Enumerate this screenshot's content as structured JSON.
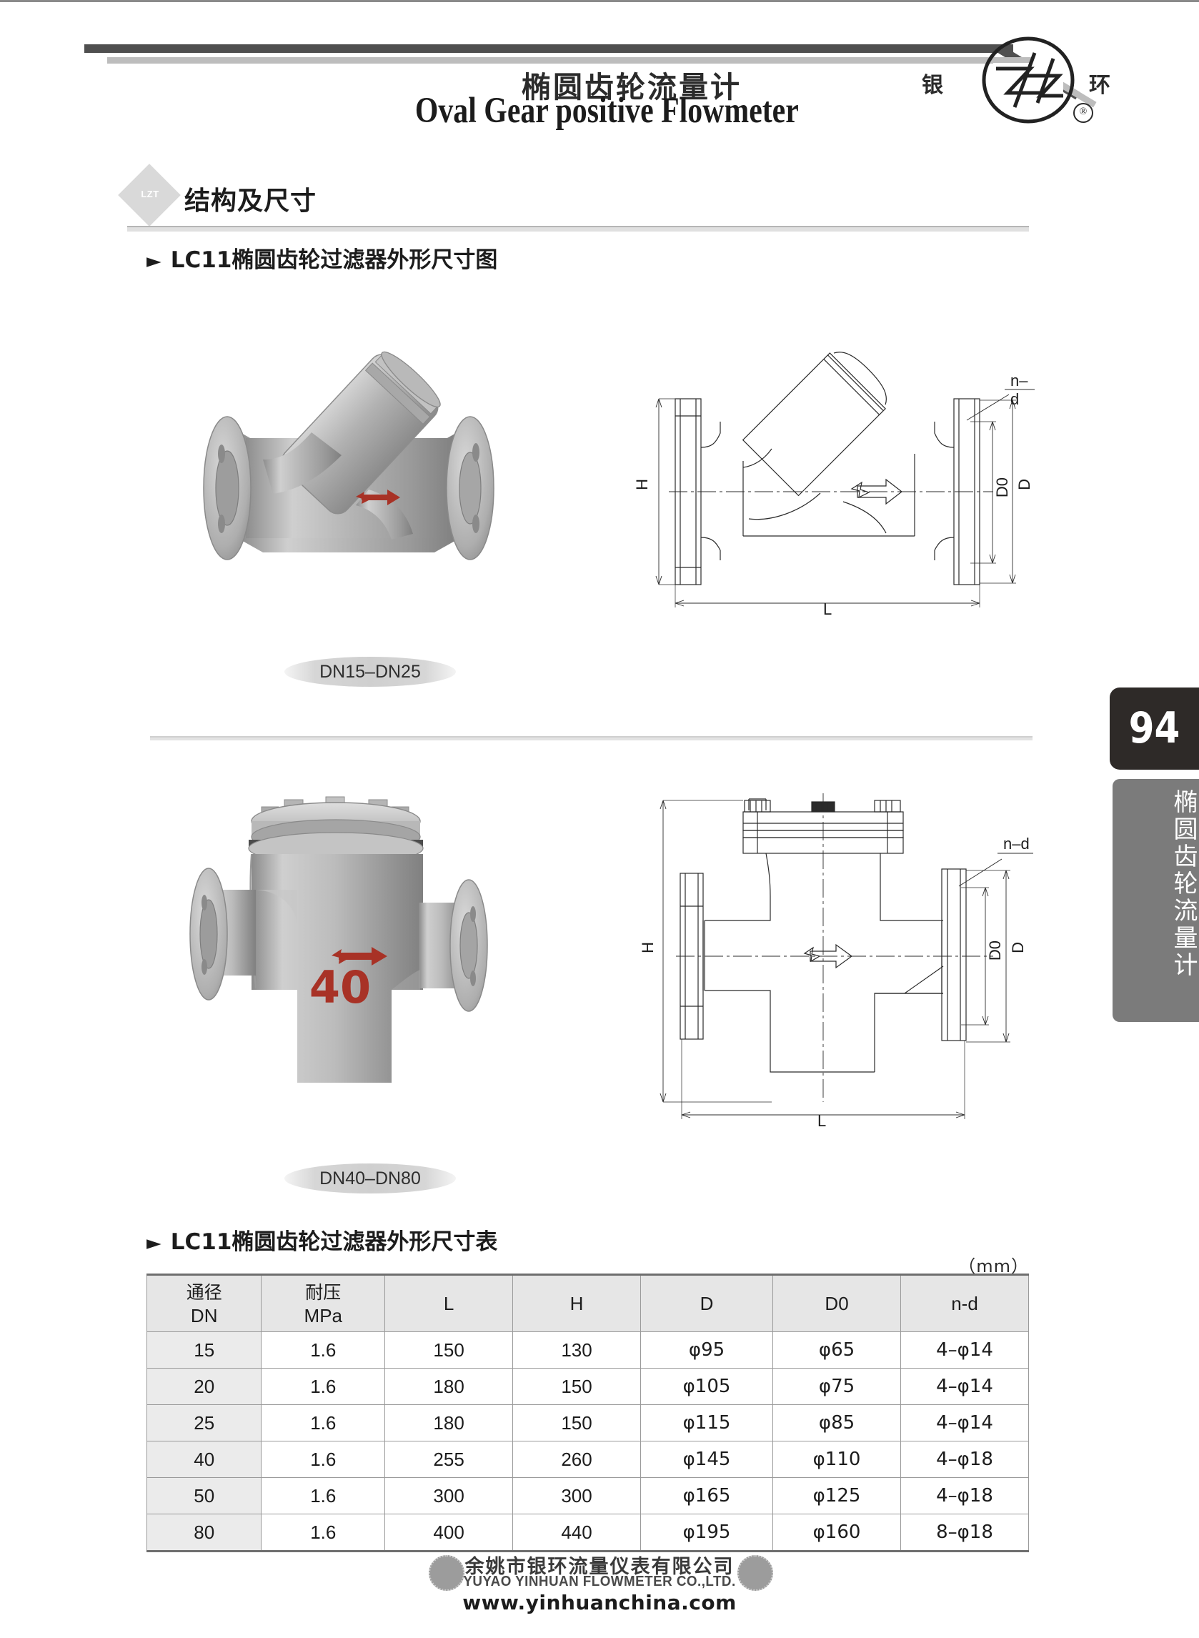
{
  "header": {
    "title_cn": "椭圆齿轮流量计",
    "title_en": "Oval Gear positive Flowmeter",
    "logo_left_cn": "银",
    "logo_right_cn": "环",
    "logo_registered": "®"
  },
  "section": {
    "badge_label": "LZT",
    "title": "结构及尺寸"
  },
  "figures": {
    "heading_1": "LC11椭圆齿轮过滤器外形尺寸图",
    "caption_1": "DN15–DN25",
    "caption_2": "DN40–DN80",
    "photo_2_marking": "40",
    "dim_labels": {
      "h": "H",
      "l": "L",
      "d": "D",
      "d0": "D0",
      "nd": "n–d"
    }
  },
  "table_section": {
    "heading": "LC11椭圆齿轮过滤器外形尺寸表",
    "unit_note": "（mm）"
  },
  "chart_data": {
    "type": "table",
    "title": "LC11椭圆齿轮过滤器外形尺寸表",
    "unit": "mm",
    "columns": [
      {
        "cn": "通径",
        "en": "DN"
      },
      {
        "cn": "耐压",
        "en": "MPa"
      },
      {
        "cn": "",
        "en": "L"
      },
      {
        "cn": "",
        "en": "H"
      },
      {
        "cn": "",
        "en": "D"
      },
      {
        "cn": "",
        "en": "D0"
      },
      {
        "cn": "",
        "en": "n-d"
      }
    ],
    "rows": [
      {
        "dn": "15",
        "mpa": "1.6",
        "l": "150",
        "h": "130",
        "d": "φ95",
        "d0": "φ65",
        "nd": "4–φ14"
      },
      {
        "dn": "20",
        "mpa": "1.6",
        "l": "180",
        "h": "150",
        "d": "φ105",
        "d0": "φ75",
        "nd": "4–φ14"
      },
      {
        "dn": "25",
        "mpa": "1.6",
        "l": "180",
        "h": "150",
        "d": "φ115",
        "d0": "φ85",
        "nd": "4–φ14"
      },
      {
        "dn": "40",
        "mpa": "1.6",
        "l": "255",
        "h": "260",
        "d": "φ145",
        "d0": "φ110",
        "nd": "4–φ18"
      },
      {
        "dn": "50",
        "mpa": "1.6",
        "l": "300",
        "h": "300",
        "d": "φ165",
        "d0": "φ125",
        "nd": "4–φ18"
      },
      {
        "dn": "80",
        "mpa": "1.6",
        "l": "400",
        "h": "440",
        "d": "φ195",
        "d0": "φ160",
        "nd": "8–φ18"
      }
    ]
  },
  "side_tab": {
    "page_number": "94",
    "vertical_label": "椭圆齿轮流量计"
  },
  "footer": {
    "company_cn": "余姚市银环流量仪表有限公司",
    "company_en": "YUYAO YINHUAN FLOWMETER CO.,LTD.",
    "website": "www.yinhuanchina.com"
  },
  "colors": {
    "band_dark": "#4f4f4f",
    "band_light": "#bdbdbd",
    "tab_dark": "#2e2a28",
    "tab_gray": "#7b7b7b",
    "table_header": "#e6e6e6",
    "marking_red": "#a83226"
  }
}
